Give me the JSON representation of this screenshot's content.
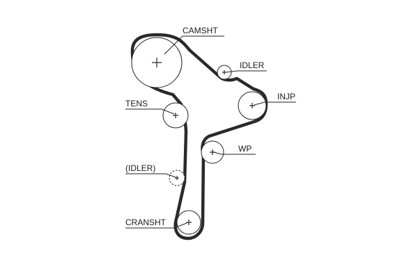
{
  "diagram": {
    "labels": {
      "camshaft": "CAMSHT",
      "idler_top": "IDLER",
      "injection_pump": "INJP",
      "tensioner": "TENS",
      "water_pump": "WP",
      "idler_optional": "(IDLER)",
      "crankshaft": "CRANSHT"
    },
    "colors": {
      "belt": "#2a2a2a",
      "line": "#222222",
      "background": "#ffffff"
    }
  }
}
